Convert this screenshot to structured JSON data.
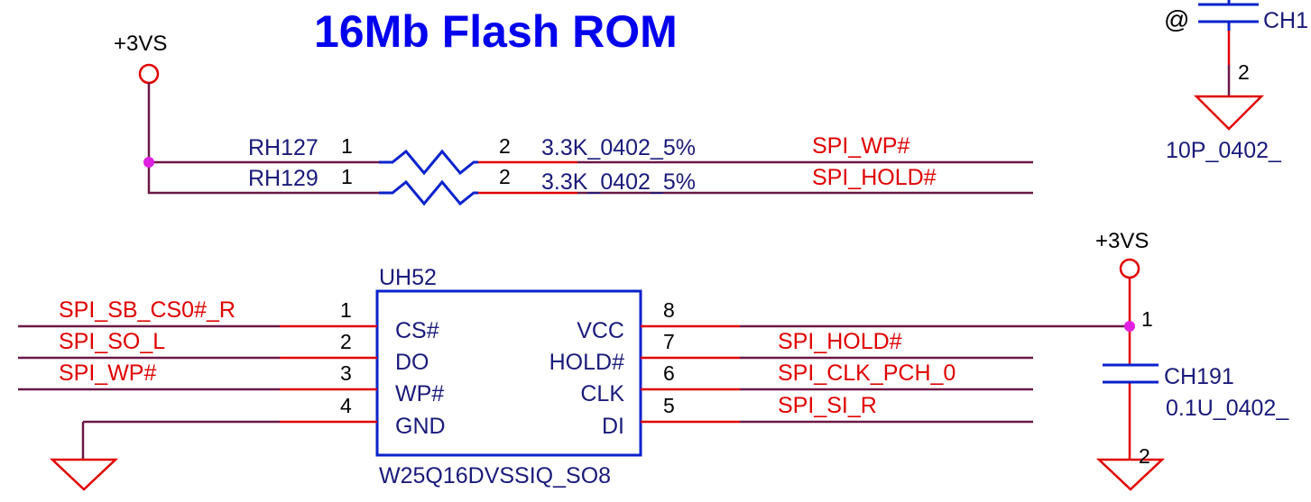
{
  "title": "16Mb Flash ROM",
  "power": {
    "left": "+3VS",
    "right": "+3VS"
  },
  "resistors": [
    {
      "ref": "RH127",
      "pin1": "1",
      "pin2": "2",
      "value": "3.3K_0402_5%",
      "net": "SPI_WP#"
    },
    {
      "ref": "RH129",
      "pin1": "1",
      "pin2": "2",
      "value": "3.3K_0402_5%",
      "net": "SPI_HOLD#"
    }
  ],
  "chip": {
    "ref": "UH52",
    "part": "W25Q16DVSSIQ_SO8",
    "left_pins": [
      {
        "num": "1",
        "name": "CS#",
        "net": "SPI_SB_CS0#_R"
      },
      {
        "num": "2",
        "name": "DO",
        "net": "SPI_SO_L"
      },
      {
        "num": "3",
        "name": "WP#",
        "net": "SPI_WP#"
      },
      {
        "num": "4",
        "name": "GND",
        "net": ""
      }
    ],
    "right_pins": [
      {
        "num": "8",
        "name": "VCC",
        "net": ""
      },
      {
        "num": "7",
        "name": "HOLD#",
        "net": "SPI_HOLD#"
      },
      {
        "num": "6",
        "name": "CLK",
        "net": "SPI_CLK_PCH_0"
      },
      {
        "num": "5",
        "name": "DI",
        "net": "SPI_SI_R"
      }
    ]
  },
  "cap_ch191": {
    "ref": "CH191",
    "value": "0.1U_0402_",
    "pin1": "1",
    "pin2": "2"
  },
  "cap_top": {
    "marker": "@",
    "ref": "CH1",
    "value": "10P_0402_",
    "pin2": "2"
  }
}
